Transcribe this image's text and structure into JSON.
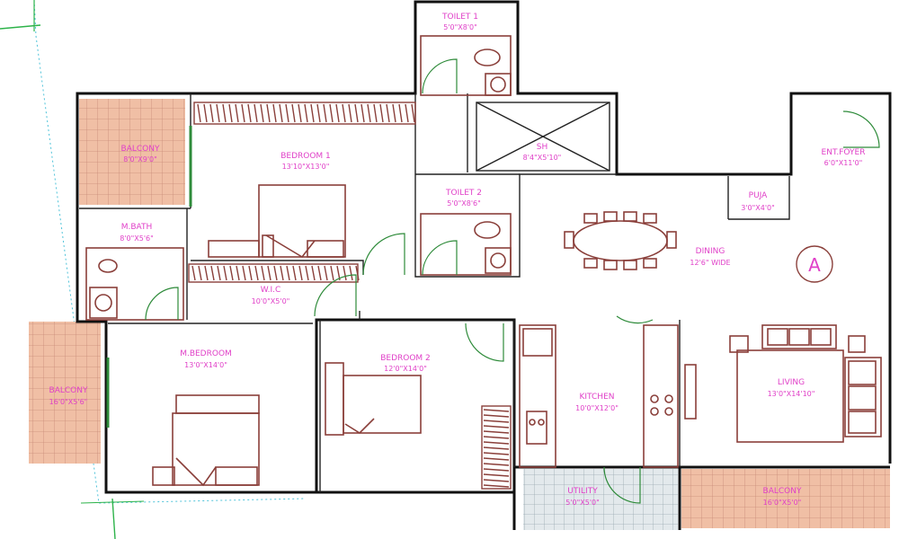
{
  "rooms": {
    "toilet1": {
      "name": "TOILET 1",
      "dim": "5'0\"X8'0\""
    },
    "bedroom1": {
      "name": "BEDROOM 1",
      "dim": "13'10\"X13'0\""
    },
    "balcony_left_top": {
      "name": "BALCONY",
      "dim": "8'0\"X9'0\""
    },
    "sh": {
      "name": "SH",
      "dim": "8'4\"X5'10\""
    },
    "entfoyer": {
      "name": "ENT.FOYER",
      "dim": "6'0\"X11'0\""
    },
    "toilet2": {
      "name": "TOILET 2",
      "dim": "5'0\"X8'6\""
    },
    "puja": {
      "name": "PUJA",
      "dim": "3'0\"X4'0\""
    },
    "mbath": {
      "name": "M.BATH",
      "dim": "8'0\"X5'6\""
    },
    "dining": {
      "name": "DINING",
      "dim": "12'6\" WIDE"
    },
    "wic": {
      "name": "W.I.C",
      "dim": "10'0\"X5'0\""
    },
    "mbedroom": {
      "name": "M.BEDROOM",
      "dim": "13'0\"X14'0\""
    },
    "bedroom2": {
      "name": "BEDROOM 2",
      "dim": "12'0\"X14'0\""
    },
    "kitchen": {
      "name": "KITCHEN",
      "dim": "10'0\"X12'0\""
    },
    "living": {
      "name": "LIVING",
      "dim": "13'0\"X14'10\""
    },
    "balcony_left": {
      "name": "BALCONY",
      "dim": "16'0\"X5'6\""
    },
    "utility": {
      "name": "UTILITY",
      "dim": "5'0\"X5'0\""
    },
    "balcony_bottom": {
      "name": "BALCONY",
      "dim": "16'0\"X5'0\""
    }
  },
  "unit_marker": "A",
  "colors": {
    "label": "#e040c8",
    "furniture": "#8a3f3a",
    "wall": "#111111",
    "door": "#2e8b3a",
    "balcony_tile": "#f0bfa5",
    "utility_tile": "#dfe6ea"
  }
}
